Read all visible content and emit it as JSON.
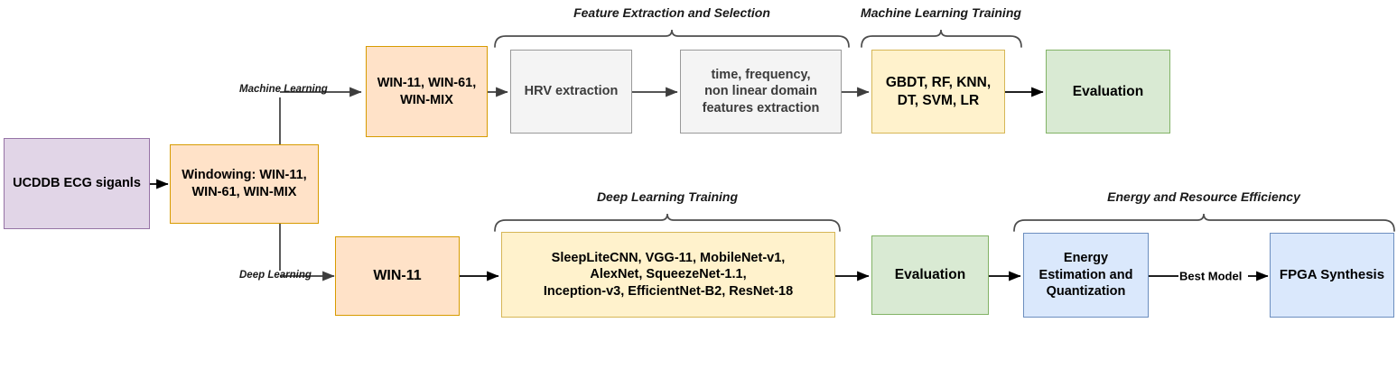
{
  "diagram": {
    "title": "Sleep apnea detection pipeline flowchart",
    "colors": {
      "purple_fill": "#e1d5e7",
      "purple_stroke": "#9673a6",
      "orange_fill": "#ffe2c8",
      "orange_stroke": "#d79b00",
      "yellow_fill": "#fff2cc",
      "yellow_stroke": "#d6b656",
      "green_fill": "#d9ead3",
      "green_stroke": "#82b366",
      "blue_fill": "#dae8fc",
      "blue_stroke": "#6c8ebf",
      "gray_fill": "#f4f4f4",
      "gray_stroke": "#999999",
      "arrow": "#000000",
      "brace": "#4d4d4d"
    },
    "nodes": {
      "dataset": "UCDDB ECG siganls",
      "windowing": "Windowing: WIN-11,\nWIN-61, WIN-MIX",
      "ml_windows": "WIN-11, WIN-61,\nWIN-MIX",
      "hrv_extraction": "HRV extraction",
      "feature_extraction": "time, frequency,\nnon linear domain\nfeatures extraction",
      "ml_models": "GBDT, RF, KNN,\nDT, SVM, LR",
      "ml_evaluation": "Evaluation",
      "dl_window": "WIN-11",
      "dl_models": "SleepLiteCNN, VGG-11, MobileNet-v1,\nAlexNet, SqueezeNet-1.1,\nInception-v3, EfficientNet-B2, ResNet-18",
      "dl_evaluation": "Evaluation",
      "energy_quant": "Energy\nEstimation and\nQuantization",
      "fpga_synthesis": "FPGA Synthesis"
    },
    "edge_labels": {
      "machine_learning": "Machine Learning",
      "deep_learning": "Deep Learning",
      "best_model": "Best Model"
    },
    "brace_captions": {
      "feature_extraction_selection": "Feature Extraction and Selection",
      "machine_learning_training": "Machine Learning Training",
      "deep_learning_training": "Deep Learning Training",
      "energy_resource_efficiency": "Energy and Resource Efficiency"
    }
  }
}
